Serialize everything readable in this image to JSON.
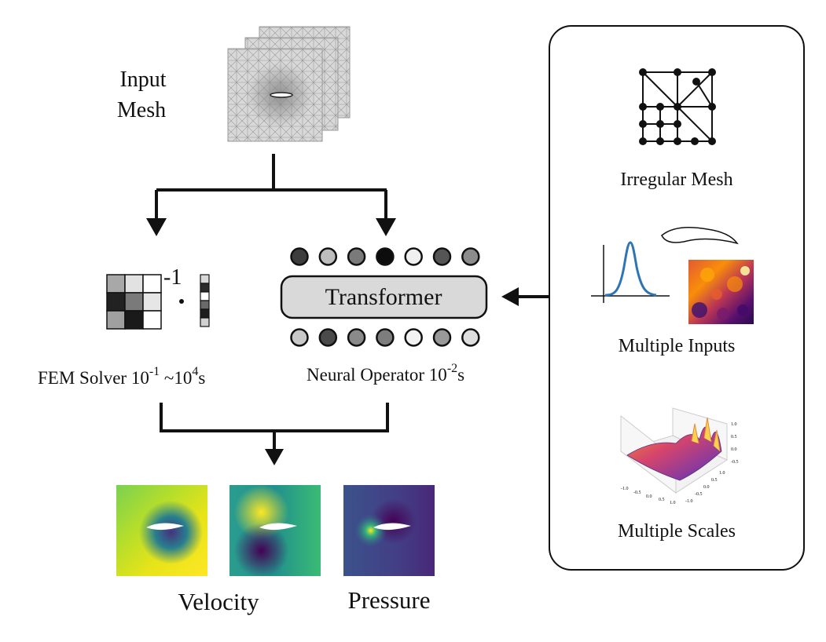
{
  "input_label": {
    "line1": "Input",
    "line2": "Mesh"
  },
  "solver": {
    "name": "FEM Solver 10",
    "exp1": "-1",
    "mid": " ~10",
    "exp2": "4",
    "unit": "s",
    "inverse_mark": "-1"
  },
  "operator": {
    "name": "Neural Operator 10",
    "exp": "-2",
    "unit": "s",
    "block_label": "Transformer",
    "top_token_grays": [
      "#3d3d3d",
      "#bdbdbd",
      "#7a7a7a",
      "#0d0d0d",
      "#f0f0f0",
      "#555555",
      "#8c8c8c"
    ],
    "bottom_token_grays": [
      "#c9c9c9",
      "#4a4a4a",
      "#8a8a8a",
      "#7d7d7d",
      "#f2f2f2",
      "#999999",
      "#dedede"
    ]
  },
  "outputs": {
    "velocity": "Velocity",
    "pressure": "Pressure"
  },
  "panel": {
    "irregular_mesh": "Irregular Mesh",
    "multiple_inputs": "Multiple Inputs",
    "multiple_scales": "Multiple Scales"
  },
  "surface_ticks": {
    "z": [
      "1.0",
      "0.5",
      "0.0",
      "-0.5"
    ],
    "x": [
      "-1.0",
      "-0.5",
      "0.0",
      "0.5",
      "1.0"
    ],
    "y": [
      "1.0",
      "0.5",
      "0.0",
      "-0.5",
      "-1.0"
    ]
  }
}
